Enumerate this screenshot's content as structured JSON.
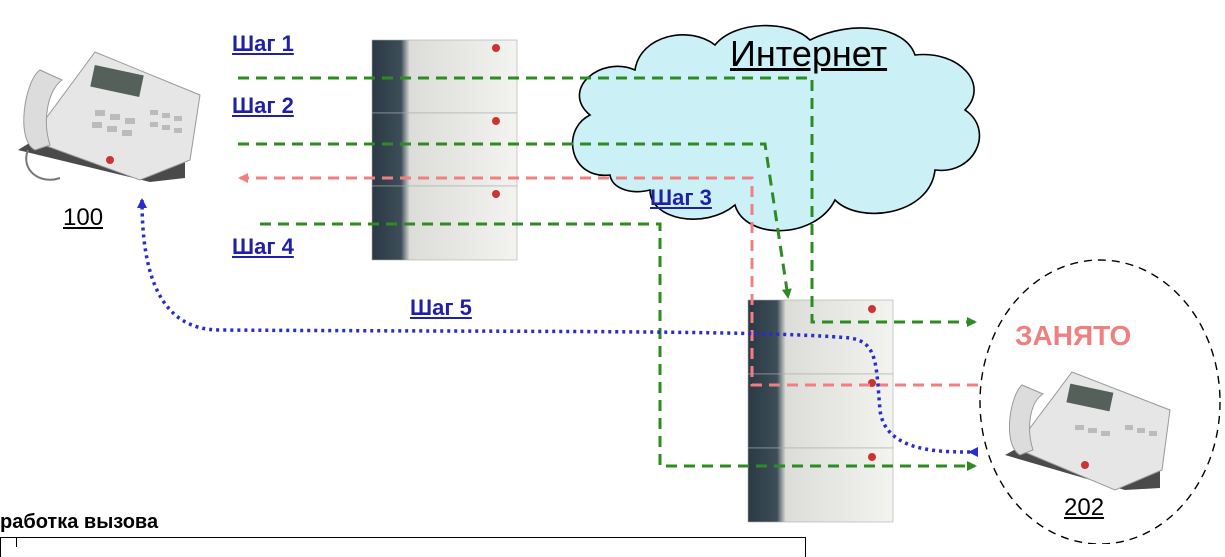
{
  "steps": [
    "Шаг 1",
    "Шаг 2",
    "Шаг 3",
    "Шаг 4",
    "Шаг 5"
  ],
  "cloud_label": "Интернет",
  "phone_left_number": "100",
  "phone_right_number": "202",
  "busy_label": "ЗАНЯТО",
  "caption": "работка вызова",
  "colors": {
    "green_path": "#2e8b22",
    "pink_path": "#f08080",
    "blue_path": "#2c2cc8",
    "step_text": "#1f1fa8",
    "cloud_fill": "#cbf1f7"
  }
}
